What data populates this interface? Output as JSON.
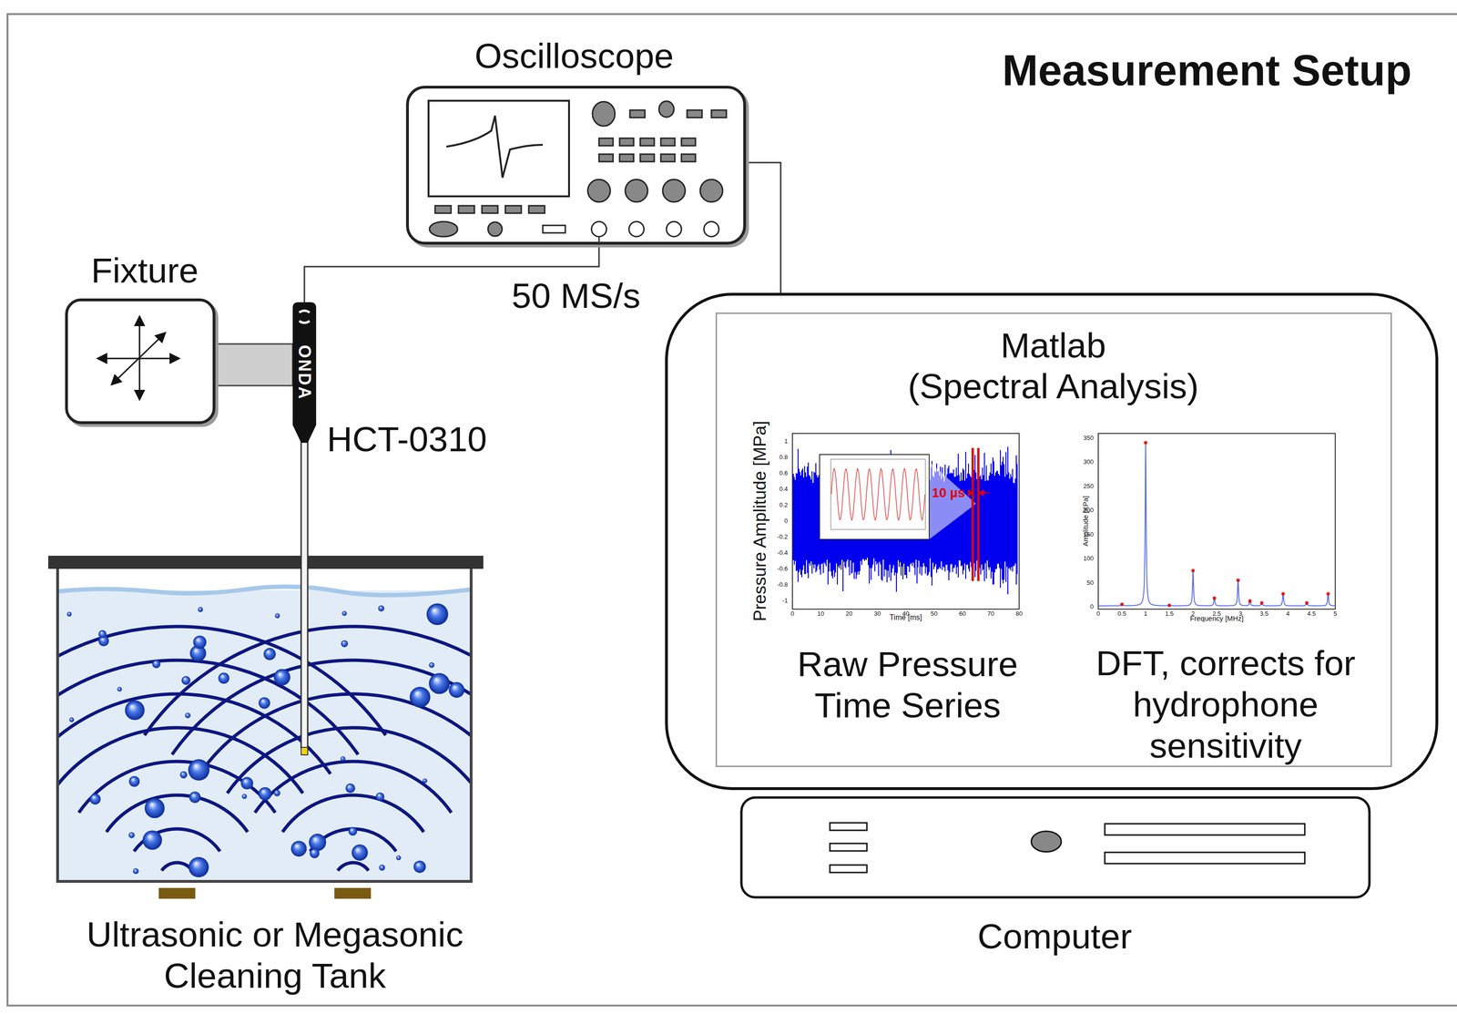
{
  "diagram": {
    "title": "Measurement Setup",
    "nodes": [
      {
        "text": [
          "Oscilloscope"
        ]
      },
      {
        "text": [
          "Fixture"
        ]
      },
      {
        "text": [
          "ONDA",
          "HCT-0310"
        ]
      },
      {
        "text": [
          "Ultrasonic or Megasonic Cleaning Tank"
        ]
      },
      {
        "text": [
          "Computer"
        ]
      },
      {
        "text": [
          "Matlab",
          "(Spectral Analysis)"
        ],
        "in": 4
      }
    ],
    "edges": [
      {
        "from": 2,
        "to": 0,
        "label": "50 MS/s",
        "arrow": "none"
      },
      {
        "from": 0,
        "to": 4,
        "arrow": "none"
      },
      {
        "from": 1,
        "to": 2,
        "arrow": "none"
      }
    ],
    "labels": [
      "Raw Pressure Time Series",
      "DFT, corrects for hydrophone sensitivity",
      "Pressure Amplitude [MPa]",
      "Time [ms]",
      "10 µs",
      "Amplitude [KPa]",
      "Frequency [MHz]",
      "1",
      "0.8",
      "0.6",
      "0.4",
      "0.2",
      "0",
      "-0.2",
      "-0.4",
      "-0.6",
      "-0.8",
      "-1",
      "0",
      "10",
      "20",
      "30",
      "40",
      "50",
      "60",
      "70",
      "80",
      "0",
      "50",
      "100",
      "150",
      "200",
      "250",
      "300",
      "350",
      "0",
      "0.5",
      "1",
      "1.5",
      "2",
      "2.5",
      "3",
      "3.5",
      "4",
      "4.5",
      "5"
    ]
  }
}
